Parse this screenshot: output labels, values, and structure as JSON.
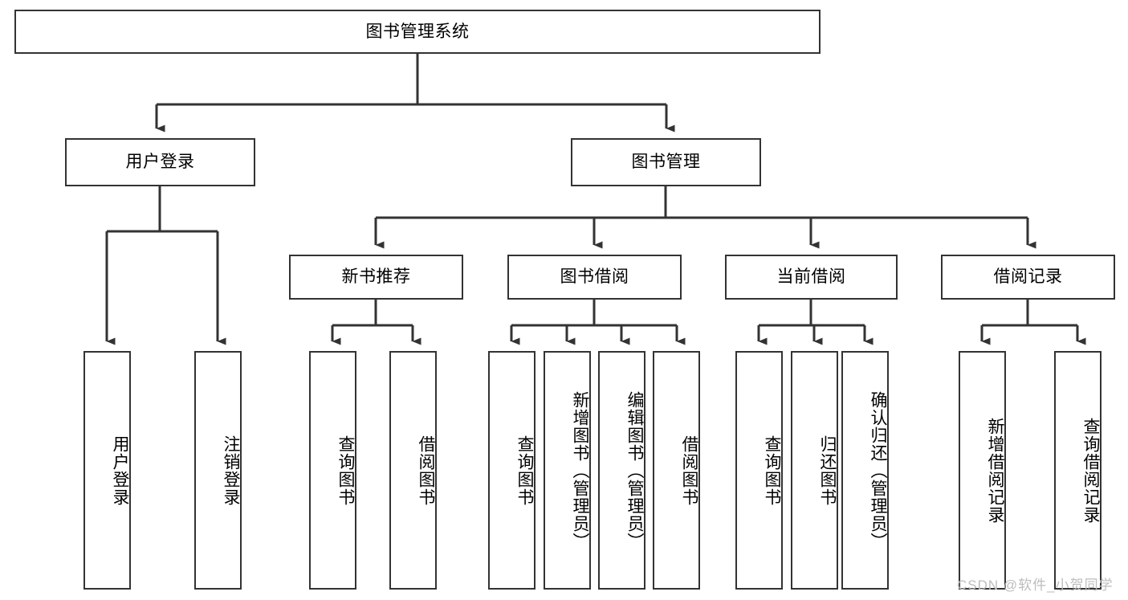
{
  "diagram": {
    "title": "图书管理系统",
    "stroke_color": "#333333",
    "fill_color": "#ffffff",
    "text_color": "#000000",
    "watermark": "CSDN @软件_小贺同学",
    "nodes": {
      "root": {
        "label": "图书管理系统"
      },
      "tier2": [
        {
          "id": "user-login",
          "label": "用户登录"
        },
        {
          "id": "book-manage",
          "label": "图书管理"
        }
      ],
      "tier3": [
        {
          "id": "new-book-recommend",
          "label": "新书推荐"
        },
        {
          "id": "book-borrow",
          "label": "图书借阅"
        },
        {
          "id": "current-borrow",
          "label": "当前借阅"
        },
        {
          "id": "borrow-record",
          "label": "借阅记录"
        }
      ],
      "leaves": {
        "user_login": [
          {
            "id": "leaf-user-login",
            "label": "用户登录"
          },
          {
            "id": "leaf-logout-login",
            "label": "注销登录"
          }
        ],
        "new_book_recommend": [
          {
            "id": "leaf-query-book-1",
            "label": "查询图书"
          },
          {
            "id": "leaf-borrow-book-1",
            "label": "借阅图书"
          }
        ],
        "book_borrow": [
          {
            "id": "leaf-query-book-2",
            "label": "查询图书"
          },
          {
            "id": "leaf-add-book",
            "label": "新增图书（管理员）"
          },
          {
            "id": "leaf-edit-book",
            "label": "编辑图书（管理员）"
          },
          {
            "id": "leaf-borrow-book-2",
            "label": "借阅图书"
          }
        ],
        "current_borrow": [
          {
            "id": "leaf-query-book-3",
            "label": "查询图书"
          },
          {
            "id": "leaf-return-book",
            "label": "归还图书"
          },
          {
            "id": "leaf-confirm-return",
            "label": "确认归还（管理员）"
          }
        ],
        "borrow_record": [
          {
            "id": "leaf-add-record",
            "label": "新增借阅记录"
          },
          {
            "id": "leaf-query-record",
            "label": "查询借阅记录"
          }
        ]
      }
    }
  },
  "chart_data": {
    "type": "table",
    "title": "图书管理系统功能结构图",
    "tree": {
      "name": "图书管理系统",
      "children": [
        {
          "name": "用户登录",
          "children": [
            {
              "name": "用户登录"
            },
            {
              "name": "注销登录"
            }
          ]
        },
        {
          "name": "图书管理",
          "children": [
            {
              "name": "新书推荐",
              "children": [
                {
                  "name": "查询图书"
                },
                {
                  "name": "借阅图书"
                }
              ]
            },
            {
              "name": "图书借阅",
              "children": [
                {
                  "name": "查询图书"
                },
                {
                  "name": "新增图书（管理员）"
                },
                {
                  "name": "编辑图书（管理员）"
                },
                {
                  "name": "借阅图书"
                }
              ]
            },
            {
              "name": "当前借阅",
              "children": [
                {
                  "name": "查询图书"
                },
                {
                  "name": "归还图书"
                },
                {
                  "name": "确认归还（管理员）"
                }
              ]
            },
            {
              "name": "借阅记录",
              "children": [
                {
                  "name": "新增借阅记录"
                },
                {
                  "name": "查询借阅记录"
                }
              ]
            }
          ]
        }
      ]
    }
  }
}
